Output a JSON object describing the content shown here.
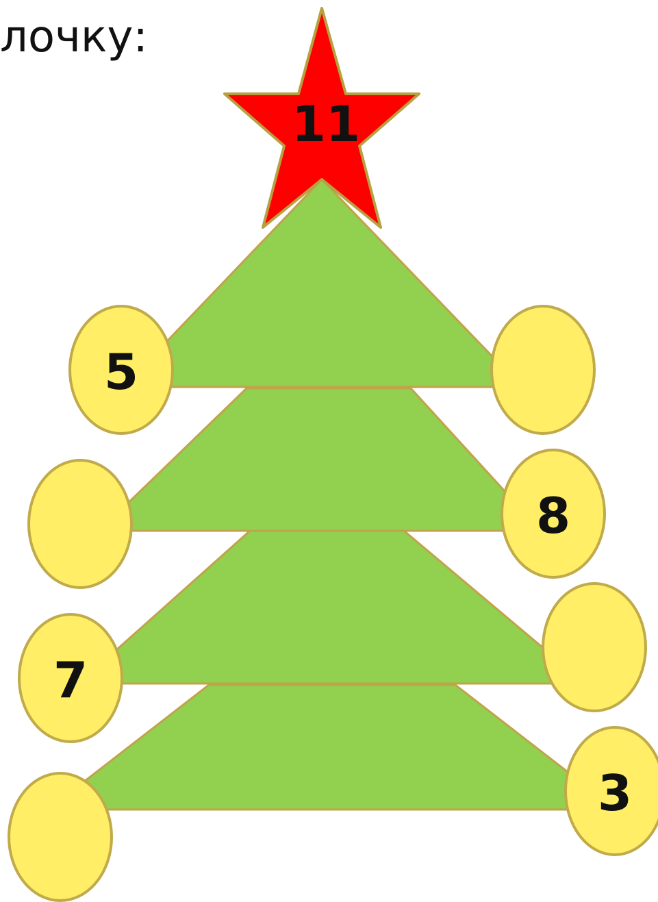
{
  "page": {
    "heading": "лочку:"
  },
  "colors": {
    "tier_fill": "#92d050",
    "tier_stroke": "#c0a34a",
    "ball_fill": "#ffee66",
    "ball_stroke": "#c0aa4a",
    "star_fill": "#ff0000",
    "star_stroke": "#b8a040",
    "text": "#111111"
  },
  "star": {
    "number": "11"
  },
  "balls": {
    "tier1_left": "5",
    "tier1_right": "",
    "tier2_left": "",
    "tier2_right": "8",
    "tier3_left": "7",
    "tier3_right": "",
    "tier4_left": "",
    "tier4_right": "3"
  }
}
